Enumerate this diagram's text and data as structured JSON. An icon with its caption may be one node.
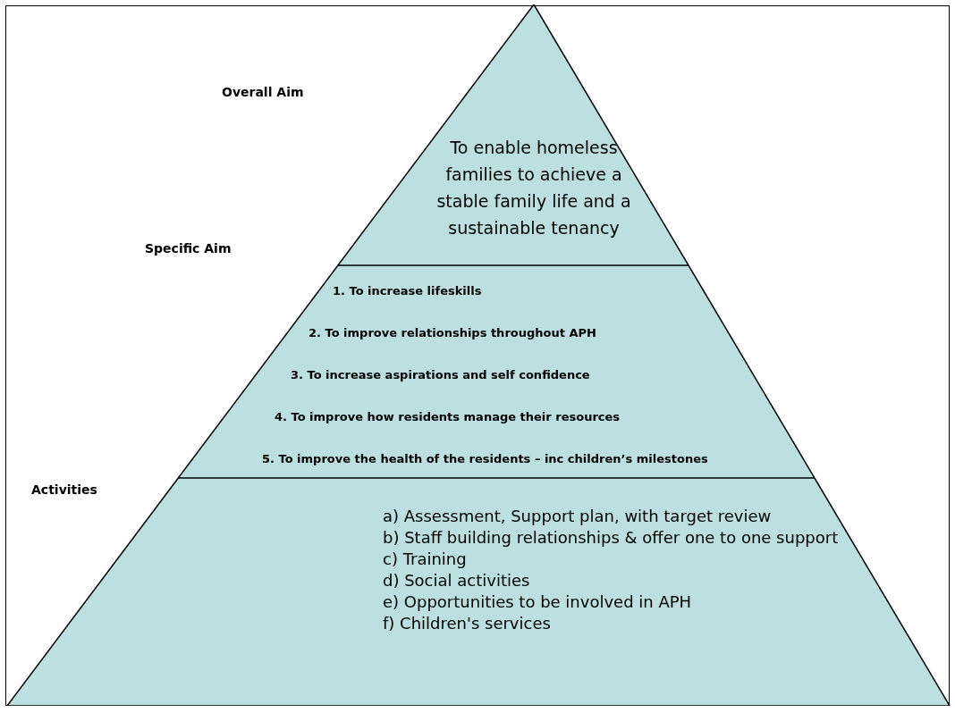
{
  "diagram": {
    "nodes": [
      {
        "text": [
          "Overall Aim",
          "To enable homeless families to achieve a stable family life and a sustainable tenancy"
        ]
      },
      {
        "text": [
          "Specific Aim",
          "1. To increase lifeskills",
          "2. To improve relationships throughout APH",
          "3. To increase aspirations and self confidence",
          "4. To improve how residents manage their resources",
          "5. To improve the health of the residents – inc children’s milestones"
        ]
      },
      {
        "text": [
          "Activities",
          "a) Assessment, Support plan, with target review",
          "b) Staff building relationships & offer one to one support",
          "c) Training",
          "d) Social activities",
          "e) Opportunities to be involved in APH",
          "f) Children's services"
        ]
      }
    ]
  }
}
